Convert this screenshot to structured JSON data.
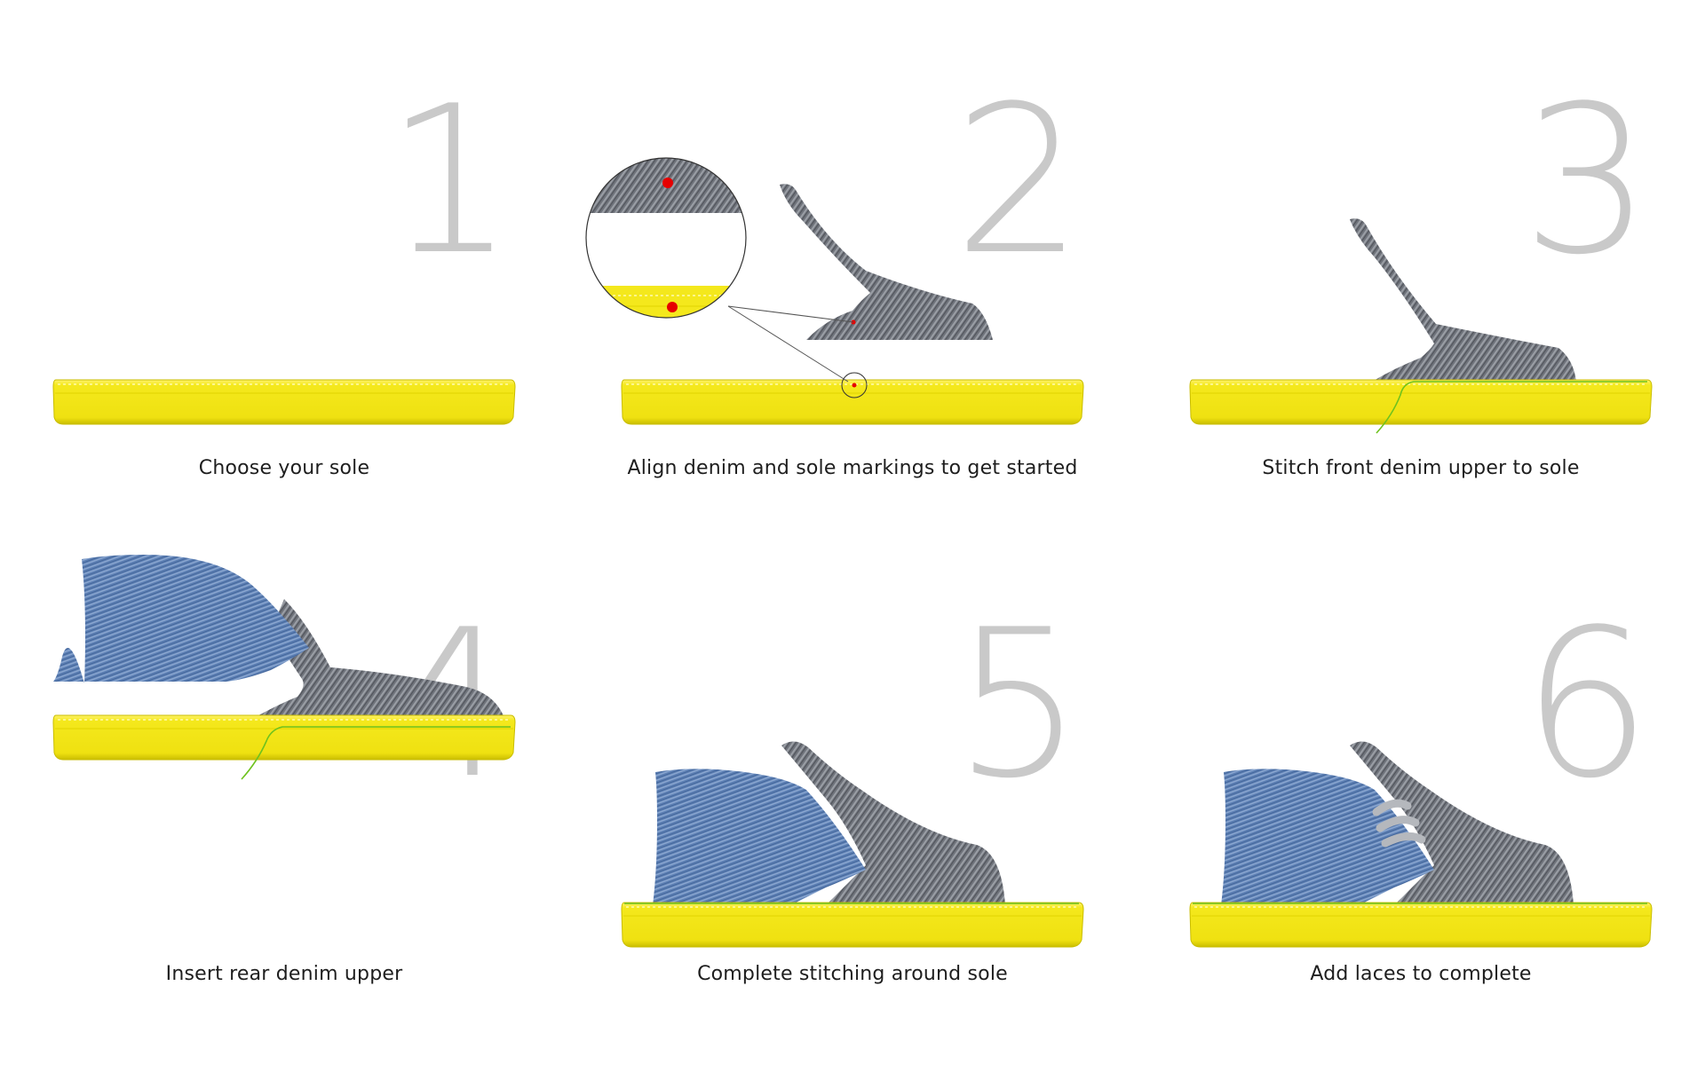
{
  "steps": [
    {
      "number": "1",
      "caption": "Choose your sole"
    },
    {
      "number": "2",
      "caption": "Align denim and sole markings to get started"
    },
    {
      "number": "3",
      "caption": "Stitch front denim upper to sole"
    },
    {
      "number": "4",
      "caption": "Insert rear denim upper"
    },
    {
      "number": "5",
      "caption": "Complete stitching around sole"
    },
    {
      "number": "6",
      "caption": "Add laces to complete"
    }
  ],
  "colors": {
    "sole": "#f4e81c",
    "sole_edge": "#c9bd00",
    "grey_denim": "#6f737b",
    "blue_denim": "#5d80b5",
    "stitch_thread": "#6ec21e",
    "marker": "#e60000",
    "step_number": "#c9c9c9",
    "laces": "#b5b8bd"
  }
}
